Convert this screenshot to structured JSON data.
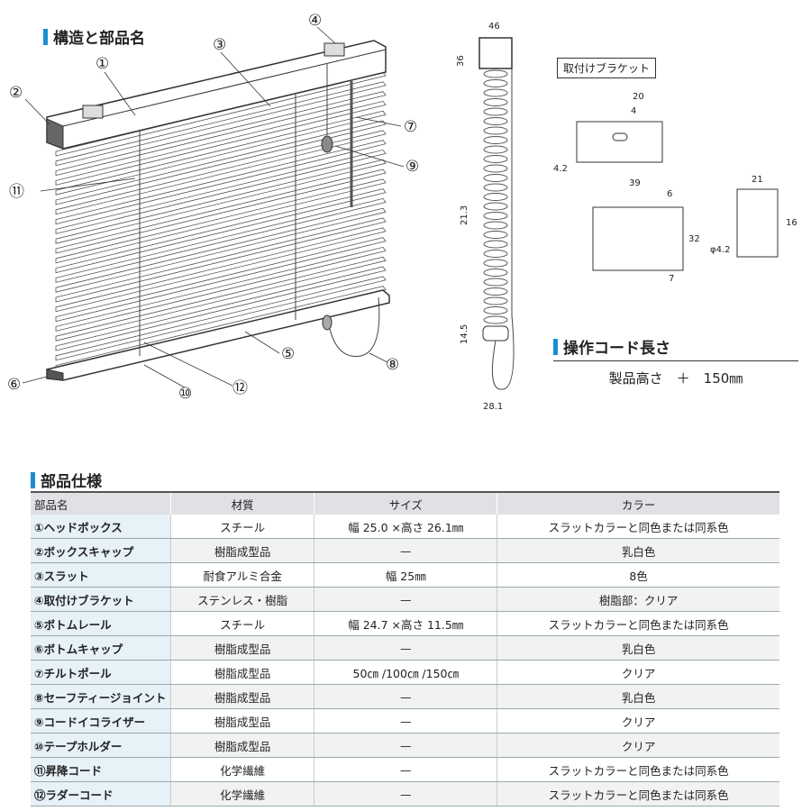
{
  "structure_title": "構造と部品名",
  "spec_title": "部品仕様",
  "cord_title": "操作コード長さ",
  "cord_value": "製品高さ　＋　150㎜",
  "bracket_label": "取付けブラケット",
  "callouts": [
    "①",
    "②",
    "③",
    "④",
    "⑤",
    "⑥",
    "⑦",
    "⑧",
    "⑨",
    "⑩",
    "⑪",
    "⑫"
  ],
  "side_dims": {
    "width_top": "46",
    "height_top": "36",
    "mid": "21.3",
    "bottom": "14.5",
    "width_bottom": "28.1"
  },
  "bracket_dims": {
    "d20": "20",
    "d4": "4",
    "d42": "4.2",
    "d39": "39",
    "d6": "6",
    "d32": "32",
    "d7": "7",
    "d21": "21",
    "d16": "16",
    "phi": "φ4.2"
  },
  "table": {
    "headers": [
      "部品名",
      "材質",
      "サイズ",
      "カラー"
    ],
    "rows": [
      [
        "①ヘッドボックス",
        "スチール",
        "幅 25.0 ×高さ 26.1㎜",
        "スラットカラーと同色または同系色"
      ],
      [
        "②ボックスキャップ",
        "樹脂成型品",
        "—",
        "乳白色"
      ],
      [
        "③スラット",
        "耐食アルミ合金",
        "幅 25㎜",
        "8色"
      ],
      [
        "④取付けブラケット",
        "ステンレス・樹脂",
        "—",
        "樹脂部：クリア"
      ],
      [
        "⑤ボトムレール",
        "スチール",
        "幅 24.7 ×高さ 11.5㎜",
        "スラットカラーと同色または同系色"
      ],
      [
        "⑥ボトムキャップ",
        "樹脂成型品",
        "—",
        "乳白色"
      ],
      [
        "⑦チルトポール",
        "樹脂成型品",
        "50㎝ /100㎝ /150㎝",
        "クリア"
      ],
      [
        "⑧セーフティージョイント",
        "樹脂成型品",
        "—",
        "乳白色"
      ],
      [
        "⑨コードイコライザー",
        "樹脂成型品",
        "—",
        "クリア"
      ],
      [
        "⑩テープホルダー",
        "樹脂成型品",
        "—",
        "クリア"
      ],
      [
        "⑪昇降コード",
        "化学繊維",
        "—",
        "スラットカラーと同色または同系色"
      ],
      [
        "⑫ラダーコード",
        "化学繊維",
        "—",
        "スラットカラーと同色または同系色"
      ]
    ]
  }
}
